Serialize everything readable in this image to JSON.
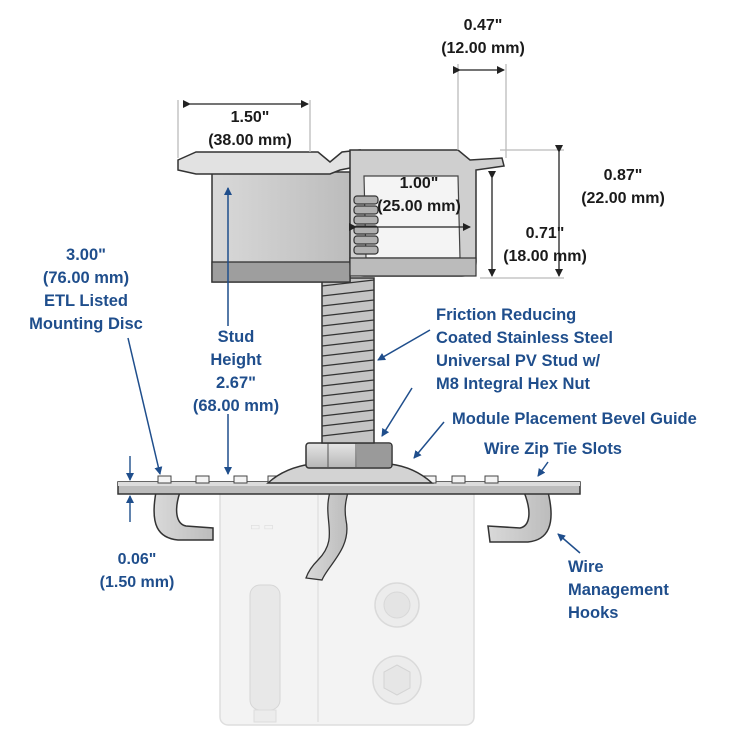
{
  "colors": {
    "callout_text": "#1f4e8c",
    "dimension_text": "#1a1a1a",
    "metal": "#c9c9c9",
    "metal_dark": "#8e8e8e",
    "ghost_block": "#f1f1f1"
  },
  "dimensions": {
    "clamp_width": {
      "in": "1.50\"",
      "mm": "(38.00 mm)"
    },
    "lip_width": {
      "in": "0.47\"",
      "mm": "(12.00 mm)"
    },
    "channel_width": {
      "in": "1.00\"",
      "mm": "(25.00 mm)"
    },
    "overall_height": {
      "in": "0.87\"",
      "mm": "(22.00 mm)"
    },
    "channel_height": {
      "in": "0.71\"",
      "mm": "(18.00 mm)"
    },
    "disc_thickness": {
      "in": "0.06\"",
      "mm": "(1.50 mm)"
    }
  },
  "callouts": {
    "mounting_disc": [
      "3.00\"",
      "(76.00 mm)",
      "ETL Listed",
      "Mounting Disc"
    ],
    "stud_height": [
      "Stud",
      "Height",
      "2.67\"",
      "(68.00 mm)"
    ],
    "stud": [
      "Friction Reducing",
      "Coated Stainless Steel",
      "Universal PV Stud w/",
      "M8 Integral Hex Nut"
    ],
    "bevel_guide": [
      "Module Placement Bevel Guide"
    ],
    "zip_tie": [
      "Wire Zip Tie Slots"
    ],
    "hooks": [
      "Wire",
      "Management",
      "Hooks"
    ]
  }
}
